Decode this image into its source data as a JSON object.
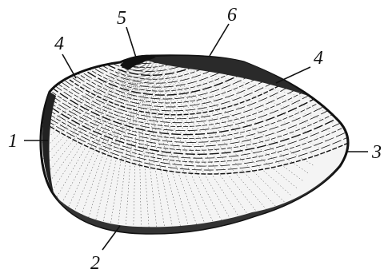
{
  "labels": {
    "l1": "1",
    "l2": "2",
    "l3": "3",
    "l4a": "4",
    "l4b": "4",
    "l5": "5",
    "l6": "6"
  },
  "colors": {
    "ink": "#111111",
    "background": "#ffffff"
  },
  "icons": {
    "main": "bivalve-shell-illustration"
  }
}
